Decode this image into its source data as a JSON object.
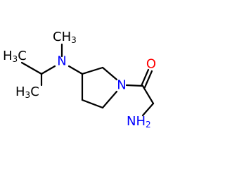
{
  "molecule": {
    "colors": {
      "bond": "#000000",
      "carbon_label": "#000000",
      "nitrogen": "#0000ff",
      "oxygen": "#ff0000"
    },
    "labels": {
      "n_amine": "N",
      "n_ring": "N",
      "o_carbonyl": "O",
      "nh2_main": "NH",
      "nh2_sub": "2",
      "ch3_top_main": "CH",
      "ch3_top_sub": "3",
      "h3c_left_h": "H",
      "h3c_left_sub": "3",
      "h3c_left_c": "C",
      "h3c_bottom_h": "H",
      "h3c_bottom_sub": "3",
      "h3c_bottom_c": "C"
    }
  }
}
